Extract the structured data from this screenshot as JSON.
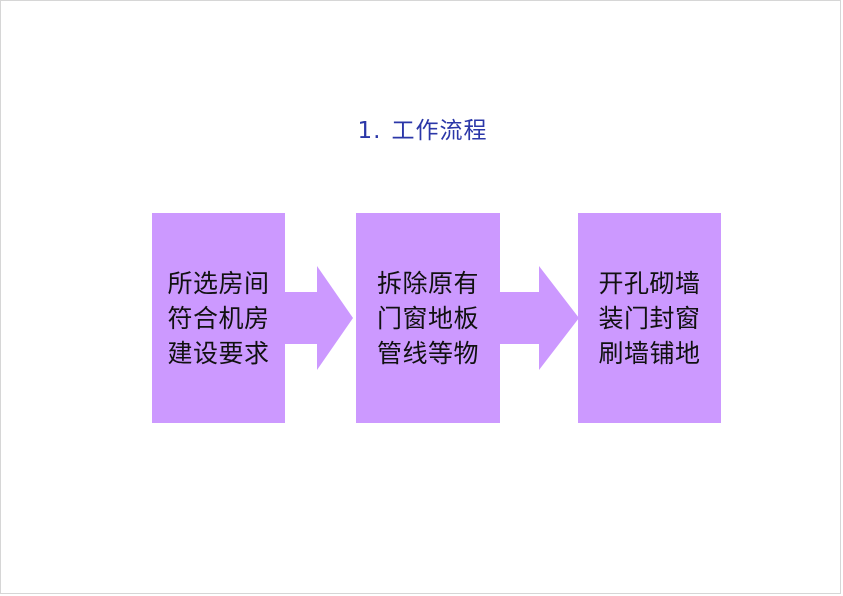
{
  "title": {
    "number": "1.",
    "text": "工作流程"
  },
  "steps": [
    {
      "lines": [
        "所选房间",
        "符合机房",
        "建设要求"
      ]
    },
    {
      "lines": [
        "拆除原有",
        "门窗地板",
        "管线等物"
      ]
    },
    {
      "lines": [
        "开孔砌墙",
        "装门封窗",
        "刷墙铺地"
      ]
    }
  ],
  "colors": {
    "title": "#2b37a8",
    "box_fill": "#cc99ff",
    "arrow_fill": "#cc99ff",
    "text": "#111111"
  }
}
